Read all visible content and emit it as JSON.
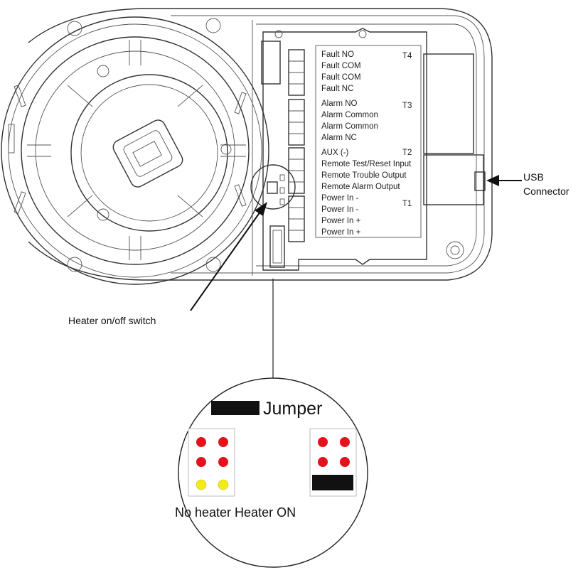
{
  "terminals": {
    "t4": {
      "label": "T4",
      "pins": [
        "Fault NO",
        "Fault COM",
        "Fault COM",
        "Fault NC"
      ]
    },
    "t3": {
      "label": "T3",
      "pins": [
        "Alarm NO",
        "Alarm Common",
        "Alarm Common",
        "Alarm NC"
      ]
    },
    "t2": {
      "label": "T2",
      "pins": [
        "AUX (-)",
        "Remote Test/Reset Input",
        "Remote Trouble Output",
        "Remote Alarm Output"
      ]
    },
    "t1": {
      "label": "T1",
      "pins": [
        "Power In -",
        "Power In -",
        "Power In +",
        "Power In +"
      ]
    }
  },
  "callouts": {
    "usb_line1": "USB",
    "usb_line2": "Connector",
    "heater_switch": "Heater on/off switch"
  },
  "detail": {
    "jumper_label": "Jumper",
    "caption": "No heater Heater ON"
  },
  "colors": {
    "pin_red": "#e3131b",
    "pin_yellow": "#f2ea1a",
    "jumper": "#111111"
  }
}
